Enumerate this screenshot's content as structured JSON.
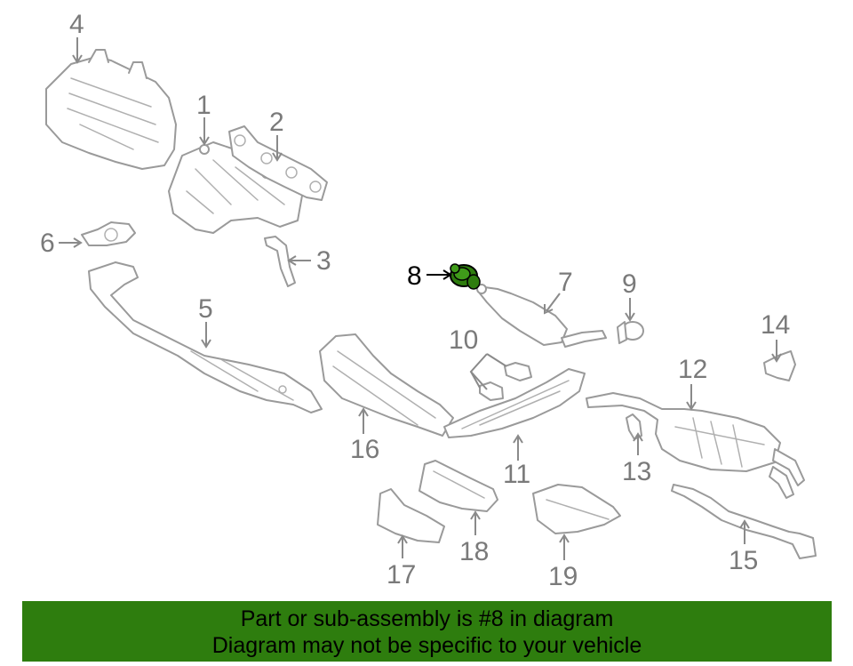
{
  "diagram": {
    "highlighted_part": "8",
    "highlight_color": "#2e7d0e",
    "callouts": [
      "1",
      "2",
      "3",
      "4",
      "5",
      "6",
      "7",
      "8",
      "9",
      "10",
      "11",
      "12",
      "13",
      "14",
      "15",
      "16",
      "17",
      "18",
      "19"
    ]
  },
  "banner": {
    "background": "#2e7d0e",
    "line1": "Part or sub-assembly is #8 in diagram",
    "line2": "Diagram may not be specific to your vehicle"
  }
}
